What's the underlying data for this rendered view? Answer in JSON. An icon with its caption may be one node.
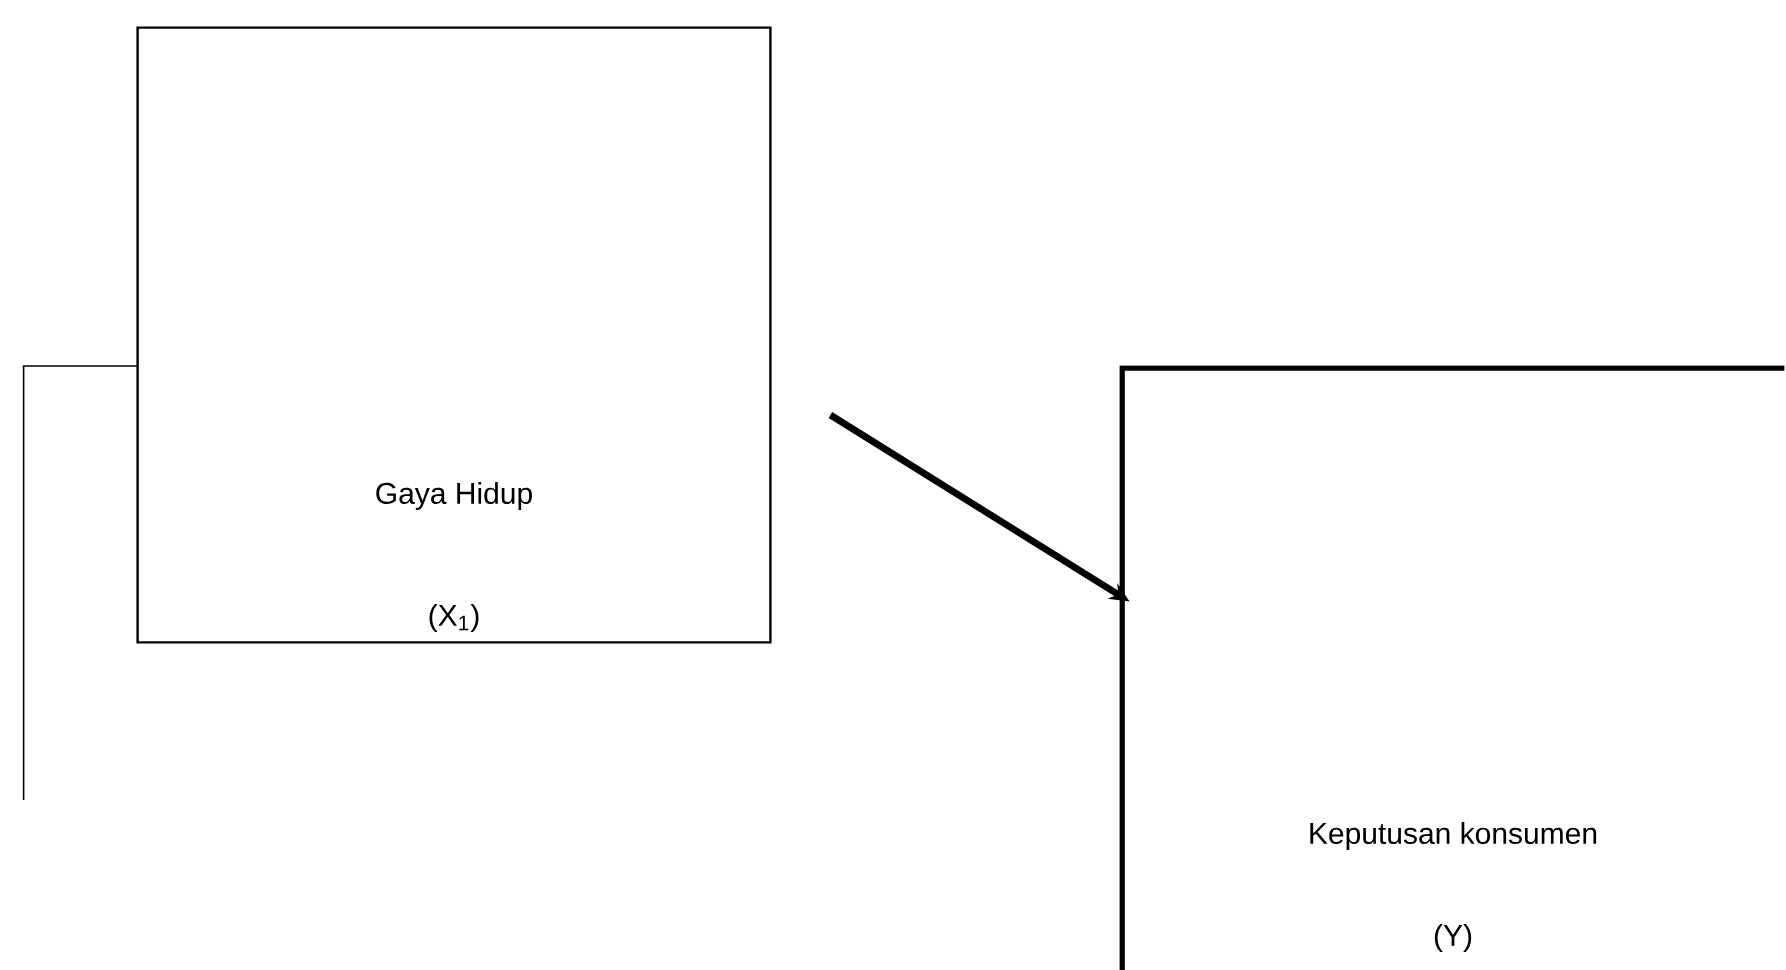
{
  "diagram": {
    "nodes": [
      {
        "text": [
          "Gaya Hidup",
          "(X$_{1}$)"
        ]
      },
      {
        "text": [
          "Keputusan konsumen",
          "(Y)"
        ]
      }
    ],
    "edges": [
      {
        "from": 0,
        "to": 1,
        "arrow": "to",
        "style": "thick"
      },
      {
        "from": 0,
        "to": null,
        "arrow": "none"
      }
    ]
  }
}
